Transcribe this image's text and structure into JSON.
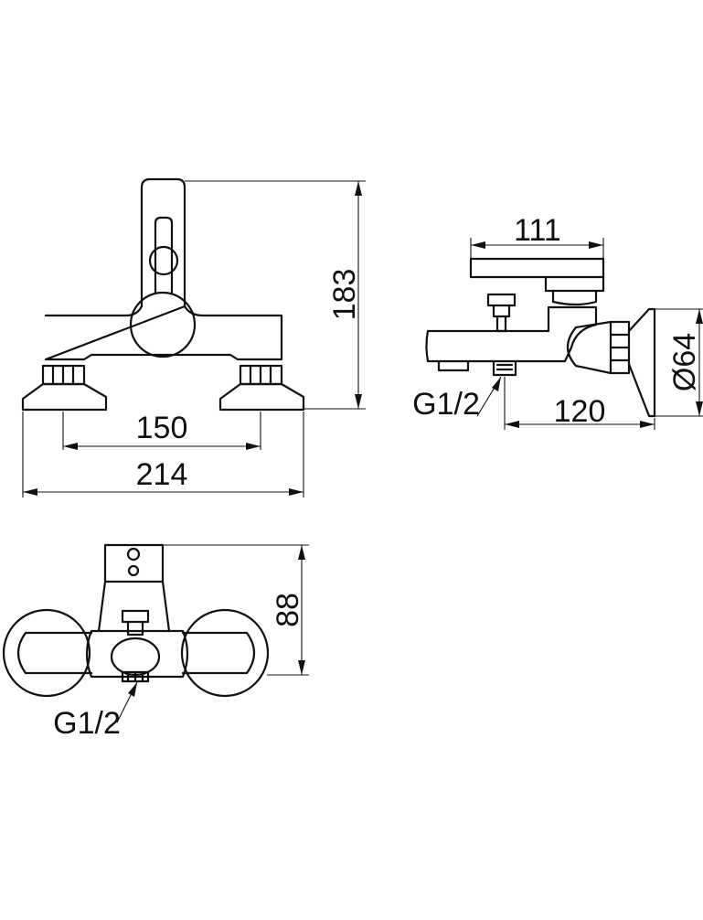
{
  "dimensions": {
    "front_height": "183",
    "inlet_spacing": "150",
    "overall_width": "214",
    "side_depth": "111",
    "side_projection": "120",
    "rosette_diameter": "Ø64",
    "top_depth": "88"
  },
  "thread_labels": {
    "side_outlet": "G1/2",
    "top_outlet": "G1/2"
  }
}
